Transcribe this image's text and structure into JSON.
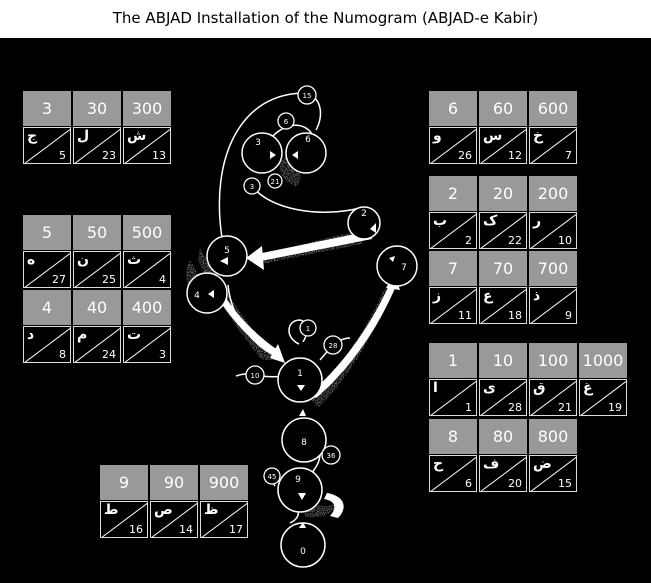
{
  "title": "The ABJAD Installation of the Numogram (ABJAD-e Kabir)",
  "tables": [
    {
      "id": "t-3",
      "cells": [
        {
          "value": "3",
          "letter": "ج",
          "ord": "5"
        },
        {
          "value": "30",
          "letter": "ل",
          "ord": "23"
        },
        {
          "value": "300",
          "letter": "ش",
          "ord": "13"
        }
      ]
    },
    {
      "id": "t-6",
      "cells": [
        {
          "value": "6",
          "letter": "و",
          "ord": "26"
        },
        {
          "value": "60",
          "letter": "س",
          "ord": "12"
        },
        {
          "value": "600",
          "letter": "خ",
          "ord": "7"
        }
      ]
    },
    {
      "id": "t-2",
      "cells": [
        {
          "value": "2",
          "letter": "ب",
          "ord": "2"
        },
        {
          "value": "20",
          "letter": "ک",
          "ord": "22"
        },
        {
          "value": "200",
          "letter": "ر",
          "ord": "10"
        }
      ]
    },
    {
      "id": "t-7",
      "cells": [
        {
          "value": "7",
          "letter": "ز",
          "ord": "11"
        },
        {
          "value": "70",
          "letter": "ع",
          "ord": "18"
        },
        {
          "value": "700",
          "letter": "ذ",
          "ord": "9"
        }
      ]
    },
    {
      "id": "t-5",
      "cells": [
        {
          "value": "5",
          "letter": "ه",
          "ord": "27"
        },
        {
          "value": "50",
          "letter": "ن",
          "ord": "25"
        },
        {
          "value": "500",
          "letter": "ث",
          "ord": "4"
        }
      ]
    },
    {
      "id": "t-4",
      "cells": [
        {
          "value": "4",
          "letter": "د",
          "ord": "8"
        },
        {
          "value": "40",
          "letter": "م",
          "ord": "24"
        },
        {
          "value": "400",
          "letter": "ت",
          "ord": "3"
        }
      ]
    },
    {
      "id": "t-1",
      "cells": [
        {
          "value": "1",
          "letter": "ا",
          "ord": "1"
        },
        {
          "value": "10",
          "letter": "ی",
          "ord": "28"
        },
        {
          "value": "100",
          "letter": "ق",
          "ord": "21"
        },
        {
          "value": "1000",
          "letter": "غ",
          "ord": "19"
        }
      ]
    },
    {
      "id": "t-8",
      "cells": [
        {
          "value": "8",
          "letter": "ح",
          "ord": "6"
        },
        {
          "value": "80",
          "letter": "ف",
          "ord": "20"
        },
        {
          "value": "800",
          "letter": "ض",
          "ord": "15"
        }
      ]
    },
    {
      "id": "t-9",
      "cells": [
        {
          "value": "9",
          "letter": "ط",
          "ord": "16"
        },
        {
          "value": "90",
          "letter": "ص",
          "ord": "14"
        },
        {
          "value": "900",
          "letter": "ظ",
          "ord": "17"
        }
      ]
    }
  ],
  "zones": [
    {
      "id": "z3",
      "label": "3"
    },
    {
      "id": "z6",
      "label": "6"
    },
    {
      "id": "z2",
      "label": "2"
    },
    {
      "id": "z5",
      "label": "5"
    },
    {
      "id": "z4",
      "label": "4"
    },
    {
      "id": "z7",
      "label": "7"
    },
    {
      "id": "z1",
      "label": "1"
    },
    {
      "id": "z8",
      "label": "8"
    },
    {
      "id": "z9",
      "label": "9"
    },
    {
      "id": "z0",
      "label": "0"
    }
  ],
  "currents": [
    {
      "id": "c15",
      "label": "15"
    },
    {
      "id": "c6",
      "label": "6"
    },
    {
      "id": "c21",
      "label": "21"
    },
    {
      "id": "c3",
      "label": "3"
    },
    {
      "id": "c1",
      "label": "1"
    },
    {
      "id": "c28",
      "label": "28"
    },
    {
      "id": "c10",
      "label": "10"
    },
    {
      "id": "c36",
      "label": "36"
    },
    {
      "id": "c45",
      "label": "45"
    }
  ]
}
